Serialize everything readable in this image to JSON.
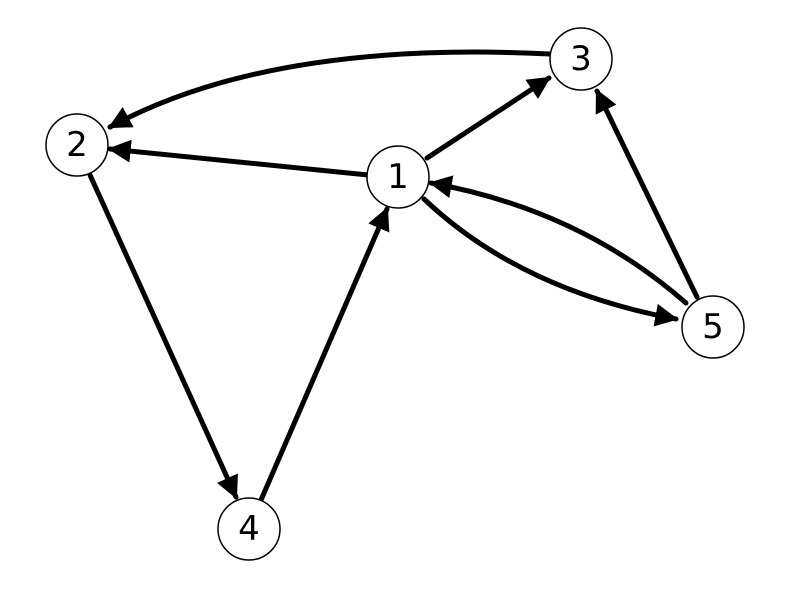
{
  "graph": {
    "type": "directed",
    "nodes": [
      {
        "id": "1",
        "label": "1"
      },
      {
        "id": "2",
        "label": "2"
      },
      {
        "id": "3",
        "label": "3"
      },
      {
        "id": "4",
        "label": "4"
      },
      {
        "id": "5",
        "label": "5"
      }
    ],
    "edges": [
      {
        "from": "3",
        "to": "2",
        "curved": true
      },
      {
        "from": "1",
        "to": "2",
        "curved": false
      },
      {
        "from": "1",
        "to": "3",
        "curved": false
      },
      {
        "from": "2",
        "to": "4",
        "curved": false
      },
      {
        "from": "4",
        "to": "1",
        "curved": false
      },
      {
        "from": "1",
        "to": "5",
        "curved": true
      },
      {
        "from": "5",
        "to": "1",
        "curved": true
      },
      {
        "from": "5",
        "to": "3",
        "curved": false
      }
    ]
  },
  "colors": {
    "edge": "#000000",
    "node_fill": "#ffffff",
    "node_stroke": "#000000",
    "background": "#ffffff"
  }
}
